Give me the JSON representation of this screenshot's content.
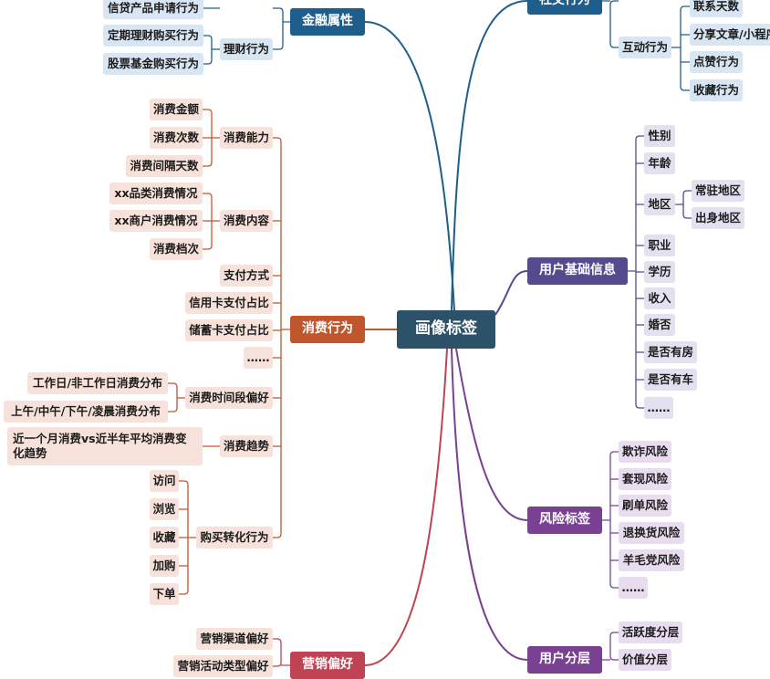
{
  "central": {
    "label": "画像标签"
  },
  "colors": {
    "central": "#2b5268",
    "financial": "#1f5e8c",
    "financial_leaf_bg": "#d7e6f2",
    "consumption": "#c1562d",
    "consumption_leaf_bg": "#f6e2da",
    "marketing": "#bf4352",
    "social": "#1f5e8c",
    "social_leaf_bg": "#d7e6f2",
    "user_basic": "#544a8e",
    "user_basic_leaf_bg": "#e3e0ef",
    "risk": "#7a4193",
    "risk_leaf_bg": "#e8dcef",
    "layer": "#7a4193",
    "leaf_text": "#1c1c1c"
  },
  "left": {
    "financial": {
      "label": "金融属性",
      "items": [
        {
          "label": "信贷产品申请行为"
        },
        {
          "label": "理财行为",
          "children": [
            "定期理财购买行为",
            "股票基金购买行为"
          ]
        }
      ]
    },
    "consumption": {
      "label": "消费行为",
      "items": [
        {
          "label": "消费能力",
          "children": [
            "消费金额",
            "消费次数",
            "消费间隔天数"
          ]
        },
        {
          "label": "消费内容",
          "children": [
            "xx品类消费情况",
            "xx商户消费情况",
            "消费档次"
          ]
        },
        {
          "label": "支付方式"
        },
        {
          "label": "信用卡支付占比"
        },
        {
          "label": "储蓄卡支付占比"
        },
        {
          "label": "……"
        },
        {
          "label": "消费时间段偏好",
          "children": [
            "工作日/非工作日消费分布",
            "上午/中午/下午/凌晨消费分布"
          ]
        },
        {
          "label": "消费趋势",
          "children": [
            "近一个月消费vs近半年平均消费变化趋势"
          ]
        },
        {
          "label": "购买转化行为",
          "children": [
            "访问",
            "浏览",
            "收藏",
            "加购",
            "下单"
          ]
        }
      ]
    },
    "marketing": {
      "label": "营销偏好",
      "items": [
        {
          "label": "营销渠道偏好"
        },
        {
          "label": "营销活动类型偏好"
        }
      ]
    }
  },
  "right": {
    "social": {
      "label": "社交行为",
      "items": [
        {
          "label": "互动行为",
          "children": [
            "联系天数",
            "分享文章/小程序",
            "点赞行为",
            "收藏行为"
          ]
        }
      ]
    },
    "user_basic": {
      "label": "用户基础信息",
      "items": [
        {
          "label": "性别"
        },
        {
          "label": "年龄"
        },
        {
          "label": "地区",
          "children": [
            "常驻地区",
            "出身地区"
          ]
        },
        {
          "label": "职业"
        },
        {
          "label": "学历"
        },
        {
          "label": "收入"
        },
        {
          "label": "婚否"
        },
        {
          "label": "是否有房"
        },
        {
          "label": "是否有车"
        },
        {
          "label": "……"
        }
      ]
    },
    "risk": {
      "label": "风险标签",
      "items": [
        {
          "label": "欺诈风险"
        },
        {
          "label": "套现风险"
        },
        {
          "label": "刷单风险"
        },
        {
          "label": "退换货风险"
        },
        {
          "label": "羊毛党风险"
        },
        {
          "label": "……"
        }
      ]
    },
    "layer": {
      "label": "用户分层",
      "items": [
        {
          "label": "活跃度分层"
        },
        {
          "label": "价值分层"
        }
      ]
    }
  }
}
